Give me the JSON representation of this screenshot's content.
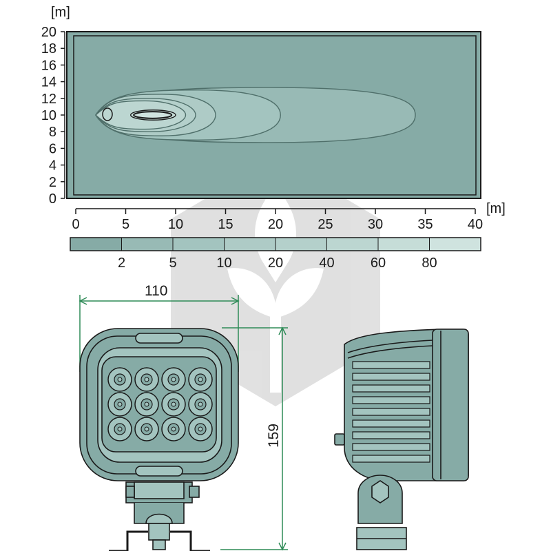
{
  "chart_data": {
    "type": "heatmap",
    "x_unit": "[m]",
    "y_unit": "[m]",
    "x_ticks": [
      "0",
      "5",
      "10",
      "15",
      "20",
      "25",
      "30",
      "35",
      "40"
    ],
    "y_ticks": [
      "0",
      "2",
      "4",
      "6",
      "8",
      "10",
      "12",
      "14",
      "16",
      "18",
      "20"
    ],
    "xlim": [
      0,
      40
    ],
    "ylim": [
      0,
      20
    ],
    "isolux_levels": [
      "2",
      "5",
      "10",
      "20",
      "40",
      "60",
      "80"
    ],
    "isolux_contours": [
      {
        "level": "2",
        "x_range": [
          2,
          34
        ]
      },
      {
        "level": "5",
        "x_range": [
          2,
          20.5
        ]
      },
      {
        "level": "10",
        "x_range": [
          2,
          14
        ]
      },
      {
        "level": "20",
        "x_range": [
          2,
          12
        ]
      },
      {
        "level": "40",
        "x_range": [
          2,
          11
        ]
      },
      {
        "level": "60",
        "x_range": [
          5.5,
          10
        ]
      },
      {
        "level": "80",
        "x_range": [
          5.8,
          9.6
        ]
      }
    ],
    "grid": false
  },
  "dimensions": {
    "width": "110",
    "height": "159"
  },
  "colors": {
    "fill": "#86aba6",
    "fill_light": "#a3c4bf",
    "green_line": "#2e8b57",
    "stroke": "#1a1a1a"
  }
}
